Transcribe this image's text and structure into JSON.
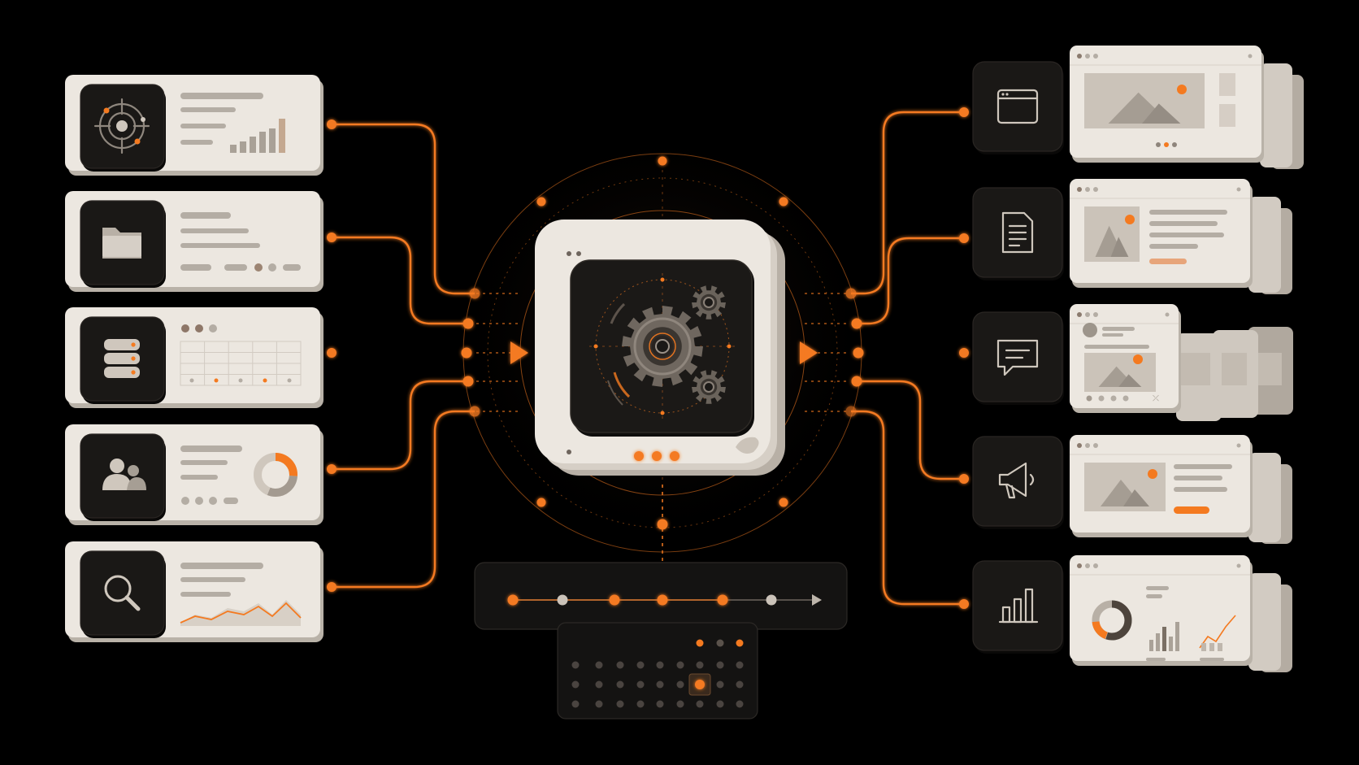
{
  "colors": {
    "background": "#000000",
    "accent": "#f47a20",
    "card_light": "#ece7e0",
    "card_shadow": "#b9b2a8",
    "tile_dark": "#1a1816",
    "placeholder": "#b4ada4",
    "panel_dark": "#141312"
  },
  "inputs": [
    {
      "icon": "target-icon",
      "preview": "bar-chart"
    },
    {
      "icon": "folder-icon",
      "preview": "pills"
    },
    {
      "icon": "database-icon",
      "preview": "table"
    },
    {
      "icon": "users-icon",
      "preview": "donut"
    },
    {
      "icon": "search-icon",
      "preview": "line-chart"
    }
  ],
  "outputs": [
    {
      "icon": "browser-window-icon",
      "preview": "image-gallery"
    },
    {
      "icon": "document-icon",
      "preview": "article"
    },
    {
      "icon": "chat-icon",
      "preview": "social-post"
    },
    {
      "icon": "megaphone-icon",
      "preview": "promo"
    },
    {
      "icon": "bar-chart-icon",
      "preview": "dashboard"
    }
  ],
  "hub": {
    "icon": "gears-icon"
  },
  "timeline": {
    "steps": 6,
    "highlighted": [
      0,
      2,
      3,
      4
    ]
  },
  "calendar": {
    "highlighted_cell": "row-3-col-6"
  }
}
